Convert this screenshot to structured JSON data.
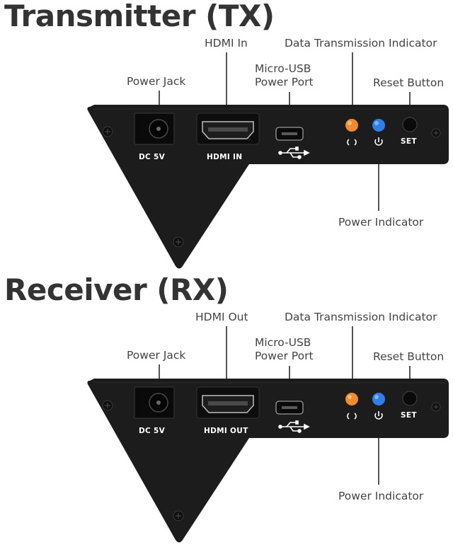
{
  "transmitter": {
    "title": "Transmitter (TX)",
    "callouts": {
      "hdmi": "HDMI In",
      "data_indicator": "Data Transmission Indicator",
      "usb_line1": "Micro-USB",
      "usb_line2": "Power Port",
      "power_jack": "Power Jack",
      "reset": "Reset Button",
      "power_indicator": "Power Indicator"
    },
    "port_labels": {
      "dc": "DC 5V",
      "hdmi": "HDMI IN",
      "set": "SET"
    }
  },
  "receiver": {
    "title": "Receiver (RX)",
    "callouts": {
      "hdmi": "HDMI Out",
      "data_indicator": "Data Transmission Indicator",
      "usb_line1": "Micro-USB",
      "usb_line2": "Power Port",
      "power_jack": "Power Jack",
      "reset": "Reset Button",
      "power_indicator": "Power Indicator"
    },
    "port_labels": {
      "dc": "DC 5V",
      "hdmi": "HDMI OUT",
      "set": "SET"
    }
  },
  "colors": {
    "housing": "#1c1c1c",
    "data_led": "#f28a2e",
    "power_led": "#2f7fe6",
    "heading_text": "#333333",
    "callout_text": "#444444"
  },
  "icons": {
    "usb": "usb-trident-icon",
    "data": "sync-arrows-icon",
    "power": "power-icon",
    "screw": "screw-icon"
  }
}
